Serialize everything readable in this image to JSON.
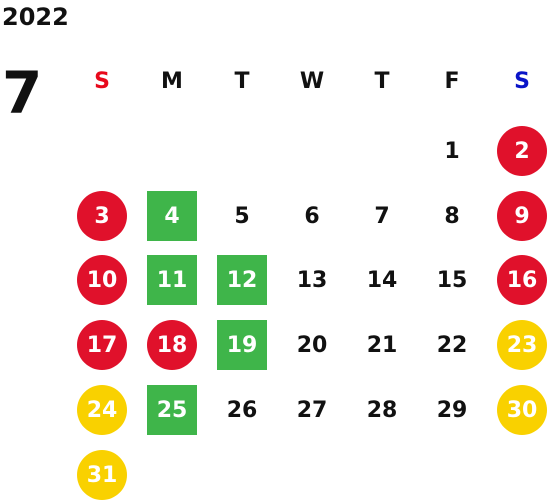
{
  "calendar": {
    "year": "2022",
    "month": "7",
    "weekdays": [
      {
        "label": "S",
        "color": "#e8091c"
      },
      {
        "label": "M",
        "color": "#111111"
      },
      {
        "label": "T",
        "color": "#111111"
      },
      {
        "label": "W",
        "color": "#111111"
      },
      {
        "label": "T",
        "color": "#111111"
      },
      {
        "label": "F",
        "color": "#111111"
      },
      {
        "label": "S",
        "color": "#0a14c8"
      }
    ],
    "colors": {
      "holiday": "#e0112b",
      "special": "#3fb54a",
      "yellow": "#f9d100",
      "text": "#111111"
    },
    "days": [
      {
        "day": "1",
        "style": "plain"
      },
      {
        "day": "2",
        "style": "holiday"
      },
      {
        "day": "3",
        "style": "holiday"
      },
      {
        "day": "4",
        "style": "special"
      },
      {
        "day": "5",
        "style": "plain"
      },
      {
        "day": "6",
        "style": "plain"
      },
      {
        "day": "7",
        "style": "plain"
      },
      {
        "day": "8",
        "style": "plain"
      },
      {
        "day": "9",
        "style": "holiday"
      },
      {
        "day": "10",
        "style": "holiday"
      },
      {
        "day": "11",
        "style": "special"
      },
      {
        "day": "12",
        "style": "special"
      },
      {
        "day": "13",
        "style": "plain"
      },
      {
        "day": "14",
        "style": "plain"
      },
      {
        "day": "15",
        "style": "plain"
      },
      {
        "day": "16",
        "style": "holiday"
      },
      {
        "day": "17",
        "style": "holiday"
      },
      {
        "day": "18",
        "style": "holiday"
      },
      {
        "day": "19",
        "style": "special"
      },
      {
        "day": "20",
        "style": "plain"
      },
      {
        "day": "21",
        "style": "plain"
      },
      {
        "day": "22",
        "style": "plain"
      },
      {
        "day": "23",
        "style": "yellow"
      },
      {
        "day": "24",
        "style": "yellow"
      },
      {
        "day": "25",
        "style": "special"
      },
      {
        "day": "26",
        "style": "plain"
      },
      {
        "day": "27",
        "style": "plain"
      },
      {
        "day": "28",
        "style": "plain"
      },
      {
        "day": "29",
        "style": "plain"
      },
      {
        "day": "30",
        "style": "yellow"
      },
      {
        "day": "31",
        "style": "yellow"
      }
    ]
  }
}
